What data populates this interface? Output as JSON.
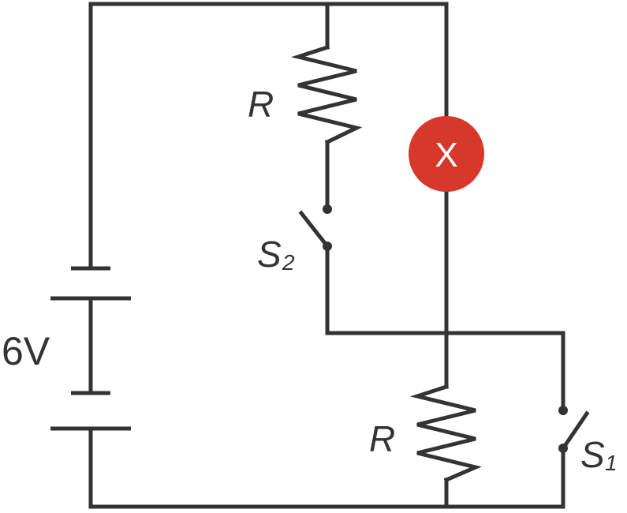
{
  "diagram": {
    "battery": {
      "label": "6V"
    },
    "resistor_top": {
      "label": "R"
    },
    "resistor_bottom": {
      "label": "R"
    },
    "switch_s2": {
      "label": "S",
      "subscript": "2"
    },
    "switch_s1": {
      "label": "S",
      "subscript": "1"
    },
    "lamp": {
      "symbol": "X",
      "color": "#d6392b"
    }
  },
  "colors": {
    "wire": "#333333",
    "lamp": "#d6392b",
    "lamp_symbol": "#ffffff"
  }
}
